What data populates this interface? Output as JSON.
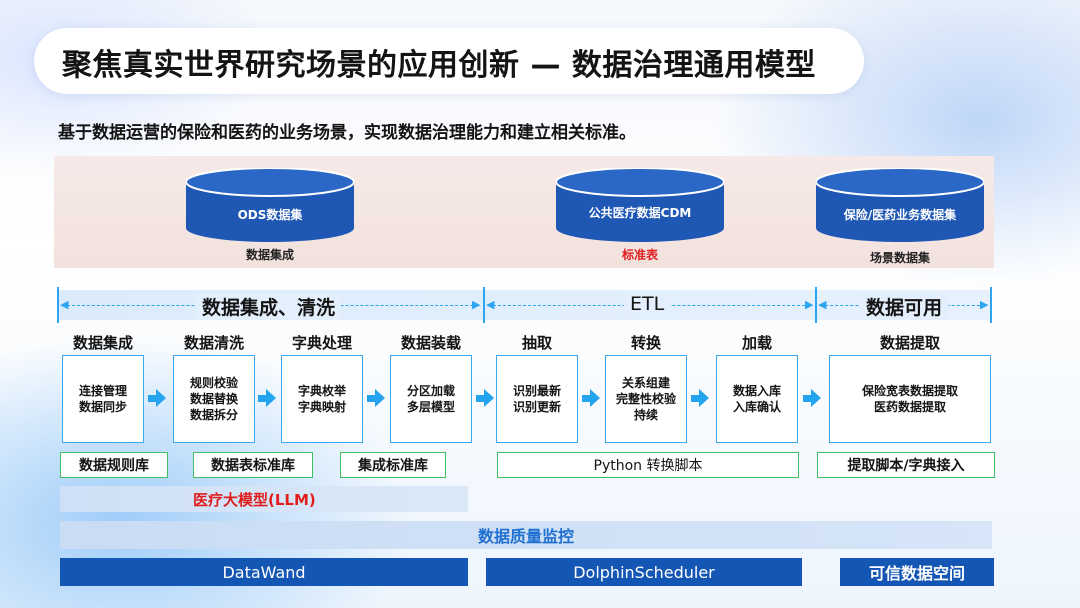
{
  "title": "聚焦真实世界研究场景的应用创新 — 数据治理通用模型",
  "subtitle": "基于数据运营的保险和医药的业务场景，实现数据治理能力和建立相关标准。",
  "databases": [
    {
      "label": "ODS数据集",
      "caption": "数据集成"
    },
    {
      "label": "公共医疗数据CDM",
      "caption": "标准表"
    },
    {
      "label": "保险/医药业务数据集",
      "caption": "场景数据集"
    }
  ],
  "phases": {
    "integration": "数据集成、清洗",
    "etl": "ETL",
    "usable": "数据可用"
  },
  "steps": [
    {
      "title": "数据集成",
      "lines": [
        "连接管理",
        "数据同步"
      ]
    },
    {
      "title": "数据清洗",
      "lines": [
        "规则校验",
        "数据替换",
        "数据拆分"
      ]
    },
    {
      "title": "字典处理",
      "lines": [
        "字典枚举",
        "字典映射"
      ]
    },
    {
      "title": "数据装载",
      "lines": [
        "分区加载",
        "多层模型"
      ]
    },
    {
      "title": "抽取",
      "lines": [
        "识别最新",
        "识别更新"
      ]
    },
    {
      "title": "转换",
      "lines": [
        "关系组建",
        "完整性校验",
        "持续"
      ]
    },
    {
      "title": "加载",
      "lines": [
        "数据入库",
        "入库确认"
      ]
    },
    {
      "title": "数据提取",
      "lines": [
        "保险宽表数据提取",
        "医药数据提取"
      ]
    }
  ],
  "libraries": [
    "数据规则库",
    "数据表标准库",
    "集成标准库",
    "Python 转换脚本",
    "提取脚本/字典接入"
  ],
  "llm": "医疗大模型(LLM)",
  "quality": "数据质量监控",
  "tools": [
    "DataWand",
    "DolphinScheduler",
    "可信数据空间"
  ],
  "colors": {
    "accent_blue": "#2ea5f2",
    "db_blue": "#1f57b5",
    "tool_blue": "#1456b4",
    "library_green": "#3fbf63",
    "highlight_red": "#e01e1e"
  }
}
